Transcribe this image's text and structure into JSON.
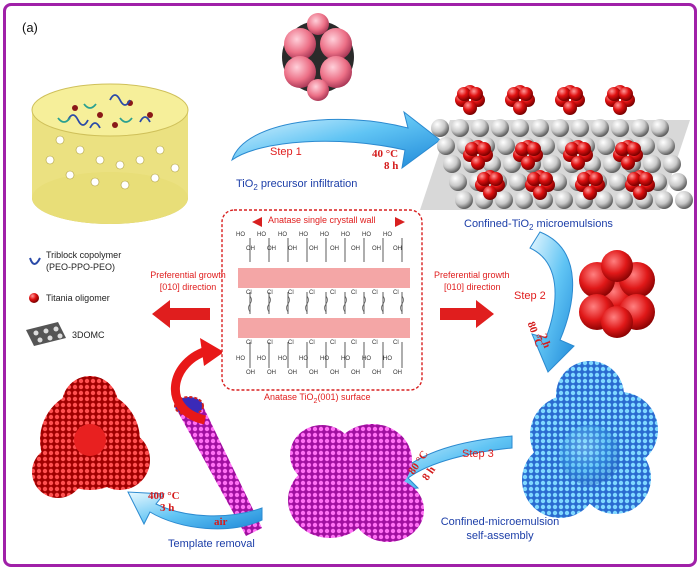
{
  "panel_label": "(a)",
  "steps": {
    "step1": {
      "label": "Step 1",
      "condition_temp": "40 °C",
      "condition_time": "8 h",
      "caption_pre": "TiO",
      "caption_sub": "2",
      "caption_post": " precursor infiltration"
    },
    "step2": {
      "label": "Step 2",
      "condition_temp": "80 °C",
      "condition_time": "2 h"
    },
    "step3": {
      "label": "Step 3",
      "condition_temp": "80 °C",
      "condition_time": "8 h"
    },
    "removal": {
      "condition_temp": "400 °C",
      "condition_time": "3 h",
      "atmosphere": "air",
      "caption": "Template removal"
    }
  },
  "captions": {
    "confined_pre": "Confined-TiO",
    "confined_sub": "2",
    "confined_post": " microemulsions",
    "self_assembly_line1": "Confined-microemulsion",
    "self_assembly_line2": "self-assembly"
  },
  "center": {
    "wall_label": "Anatase single crystall wall",
    "surface_pre": "Anatase TiO",
    "surface_sub": "2",
    "surface_post": "(001) surface",
    "growth_left_line1": "Preferential growth",
    "growth_left_line2": "[010] direction",
    "growth_right_line1": "Preferential growth",
    "growth_right_line2": "[010] direction"
  },
  "legend": {
    "copolymer_line1": "Triblock copolymer",
    "copolymer_line2": "(PEO-PPO-PEO)",
    "oligomer": "Titania oligomer",
    "template": "3DOMC"
  },
  "chem": {
    "oh": "OH",
    "ho": "HO",
    "cl": "Cl"
  },
  "colors": {
    "frame": "#a020a8",
    "step_red": "#d41c1c",
    "caption_blue": "#1c3ea8",
    "arrow_cyan": "#3fb4f0",
    "growth_red": "#e01e1e",
    "band_pink": "#f4a6a6"
  }
}
